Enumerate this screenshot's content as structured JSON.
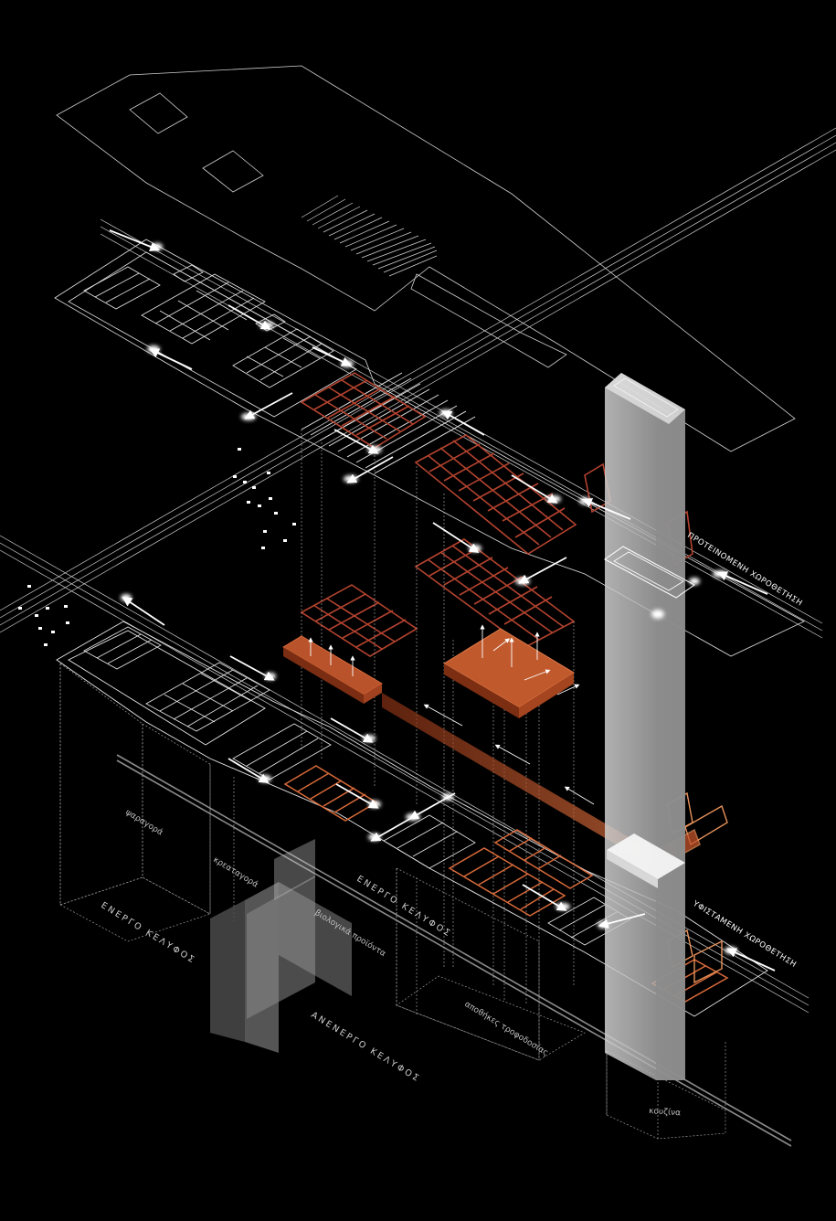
{
  "labels": {
    "proposed_layout": "ΠΡΟΤΕΙΝΟΜΕΝΗ ΧΩΡΟΘΕΤΗΣΗ",
    "existing_layout": "ΥΦΙΣΤΑΜΕΝΗ ΧΩΡΟΘΕΤΗΣΗ",
    "active_shell_left": "ΕΝΕΡΓΟ ΚΕΛΥΦΟΣ",
    "active_shell_center": "ΕΝΕΡΓΟ ΚΕΛΥΦΟΣ",
    "inactive_shell": "ΑΝΕΝΕΡΓΟ ΚΕΛΥΦΟΣ",
    "fish_market": "ψαραγορά",
    "meat_market": "κρεαταγορά",
    "organic_products": "βιολογικά προϊόντα",
    "supplier_storage": "αποθήκες τροφοδοσίας",
    "kitchens": "κουζίνα"
  },
  "colors": {
    "background": "#000000",
    "linework": "#d9d9d9",
    "accent_orange": "#c4552a",
    "accent_red": "#b3432f",
    "accent_light_orange": "#e8925a",
    "tower_glass": "#bdbdbd"
  }
}
